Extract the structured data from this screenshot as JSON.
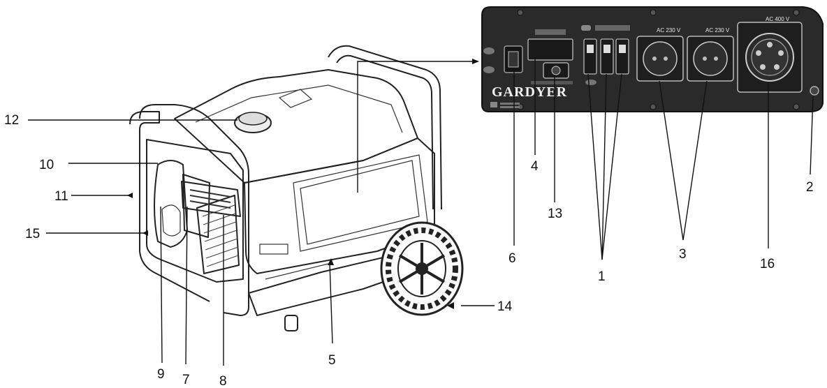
{
  "panel": {
    "brand": "GARDYER",
    "socket_label_1": "AC 230 V",
    "socket_label_2": "AC 230 V",
    "socket_label_3": "AC 400 V"
  },
  "callouts": {
    "c1": "1",
    "c2": "2",
    "c3": "3",
    "c4": "4",
    "c5": "5",
    "c6": "6",
    "c7": "7",
    "c8": "8",
    "c9": "9",
    "c10": "10",
    "c11": "11",
    "c12": "12",
    "c13": "13",
    "c14": "14",
    "c15": "15",
    "c16": "16"
  }
}
